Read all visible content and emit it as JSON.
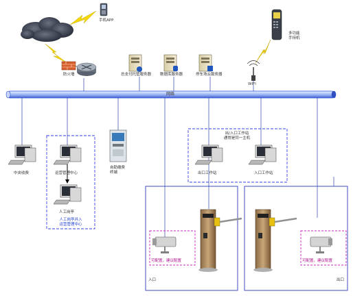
{
  "network_bus": {
    "label": "网络"
  },
  "nodes": {
    "phone_top": "手机APP",
    "firewall": "防火墙",
    "server_pay": "总支付托管服务器",
    "server_db": "数据库服务器",
    "server_parking": "停车场云服务器",
    "mobile_terminal": "多功能\n手持机",
    "wifi": "WIFI",
    "center_pc": "中央收费",
    "workstation_mgmt": "运营管理中心",
    "workstation_manual": "人工岗亭",
    "kiosk": "自助缴费\n终端",
    "exit_ws": "出口工作站",
    "entry_ws": "入口工作站"
  },
  "groups": {
    "mgmt_group": "人工岗亭并入\n运营管理中心",
    "lane_pc_group": "出/入口工作站\n通常是同一主机",
    "entry_lane": "入口",
    "exit_lane": "出口",
    "camera_note_left": "可配置，建议配置",
    "camera_note_right": "可配置，建议配置"
  },
  "colors": {
    "bus": "#2a4fd8",
    "dashed_blue": "#3040e0",
    "dashed_magenta": "#d020c0",
    "lane_frame": "#2838b8",
    "bolt": "#f5d800"
  }
}
